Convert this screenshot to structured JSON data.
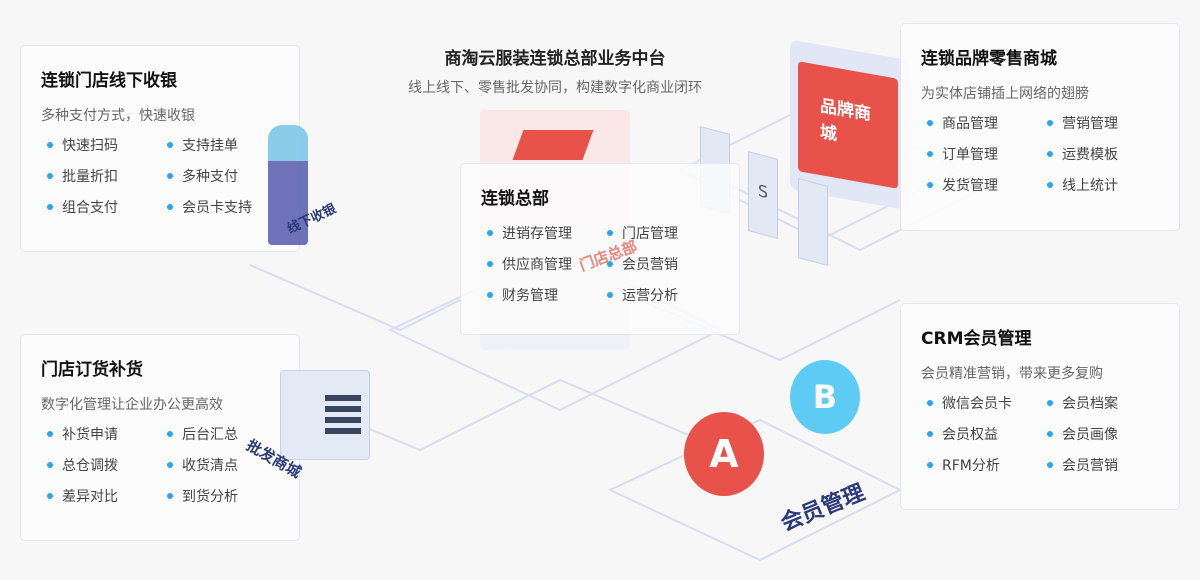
{
  "header": {
    "title": "商淘云服装连锁总部业务中台",
    "subtitle": "线上线下、零售批发协同，构建数字化商业闭环"
  },
  "cards": {
    "offline": {
      "title": "连锁门店线下收银",
      "subtitle": "多种支付方式，快速收银",
      "items": [
        "快速扫码",
        "支持挂单",
        "批量折扣",
        "多种支付",
        "组合支付",
        "会员卡支持"
      ]
    },
    "order": {
      "title": "门店订货补货",
      "subtitle": "数字化管理让企业办公更高效",
      "items": [
        "补货申请",
        "后台汇总",
        "总仓调拨",
        "收货清点",
        "差异对比",
        "到货分析"
      ]
    },
    "hq": {
      "title": "连锁总部",
      "items": [
        "进销存管理",
        "门店管理",
        "供应商管理",
        "会员营销",
        "财务管理",
        "运营分析"
      ]
    },
    "mall": {
      "title": "连锁品牌零售商城",
      "subtitle": "为实体店铺插上网络的翅膀",
      "items": [
        "商品管理",
        "营销管理",
        "订单管理",
        "运费模板",
        "发货管理",
        "线上统计"
      ]
    },
    "crm": {
      "title": "CRM会员管理",
      "subtitle": "会员精准营销，带来更多复购",
      "items": [
        "微信会员卡",
        "会员档案",
        "会员权益",
        "会员画像",
        "RFM分析",
        "会员营销"
      ]
    }
  },
  "illustrations": {
    "offline_label": "线下收银",
    "wholesale_label": "批发商城",
    "hq_label": "门店总部",
    "mall_sign": "品牌商城",
    "member_label": "会员管理",
    "badge_a": "A",
    "badge_b": "B"
  },
  "colors": {
    "accent": "#27a6f3",
    "red": "#e8524a",
    "navy": "#2c3a7a"
  }
}
